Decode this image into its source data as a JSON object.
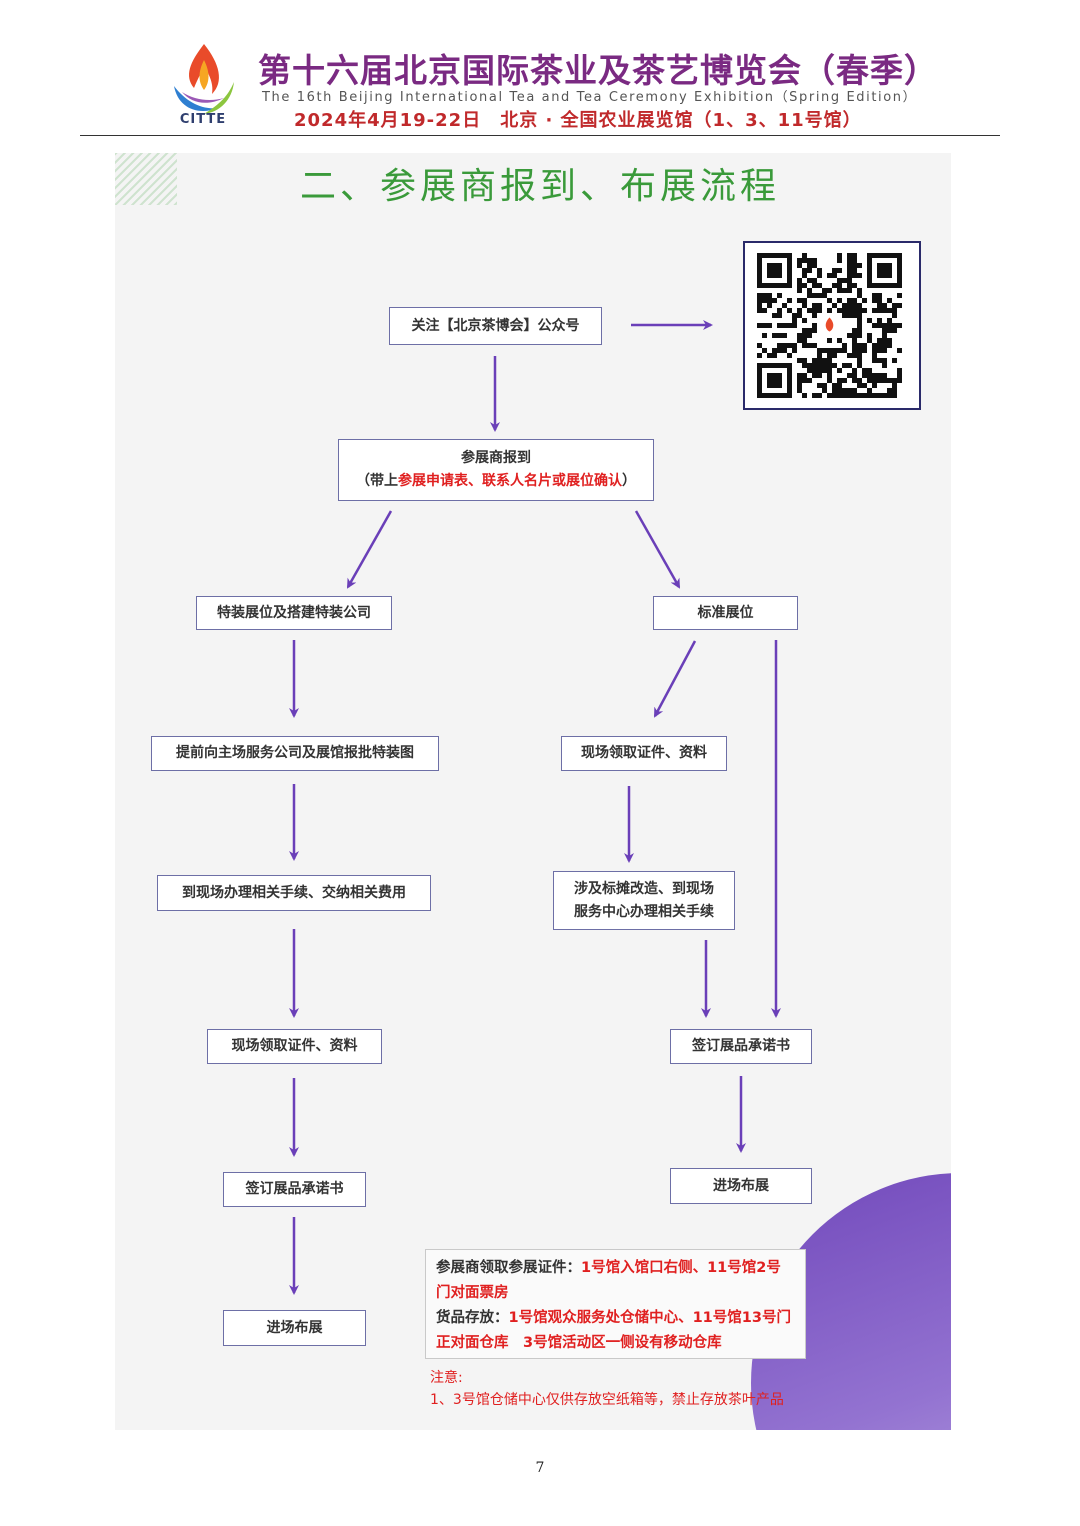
{
  "header": {
    "logo_text": "CITTE",
    "title": "第十六届北京国际茶业及茶艺博览会（春季）",
    "subtitle": "The 16th Beijing International Tea and Tea Ceremony Exhibition（Spring Edition）",
    "dateline": "2024年4月19-22日　北京 · 全国农业展览馆（1、3、11号馆）"
  },
  "section_title": "二、参展商报到、布展流程",
  "flow": {
    "follow": "关注【北京茶博会】公众号",
    "checkin_line1": "参展商报到",
    "checkin_prefix": "（带上",
    "checkin_red": "参展申请表、联系人名片或展位确认",
    "checkin_suffix": "）",
    "left": {
      "special": "特装展位及搭建特装公司",
      "submit": "提前向主场服务公司及展馆报批特装图",
      "procedure": "到现场办理相关手续、交纳相关费用",
      "collect": "现场领取证件、资料",
      "sign": "签订展品承诺书",
      "enter": "进场布展"
    },
    "right": {
      "standard": "标准展位",
      "collect": "现场领取证件、资料",
      "modify_line1": "涉及标摊改造、到现场",
      "modify_line2": "服务中心办理相关手续",
      "sign": "签订展品承诺书",
      "enter": "进场布展"
    }
  },
  "notes": {
    "badge_label": "参展商领取参展证件：",
    "badge_value": "1号馆入馆口右侧、11号馆2号门对面票房",
    "storage_label": "货品存放：",
    "storage_value": "1号馆观众服务处仓储中心、11号馆13号门正对面仓库　3号馆活动区一侧设有移动仓库",
    "attention_title": "注意:",
    "attention_line": "1、3号馆仓储中心仅供存放空纸箱等，禁止存放茶叶产品"
  },
  "page_number": "7",
  "colors": {
    "title_purple": "#7a2a82",
    "date_red": "#c0292b",
    "section_green": "#3a9a3a",
    "arrow_purple": "#6a3fb8",
    "highlight_red": "#e02020"
  }
}
